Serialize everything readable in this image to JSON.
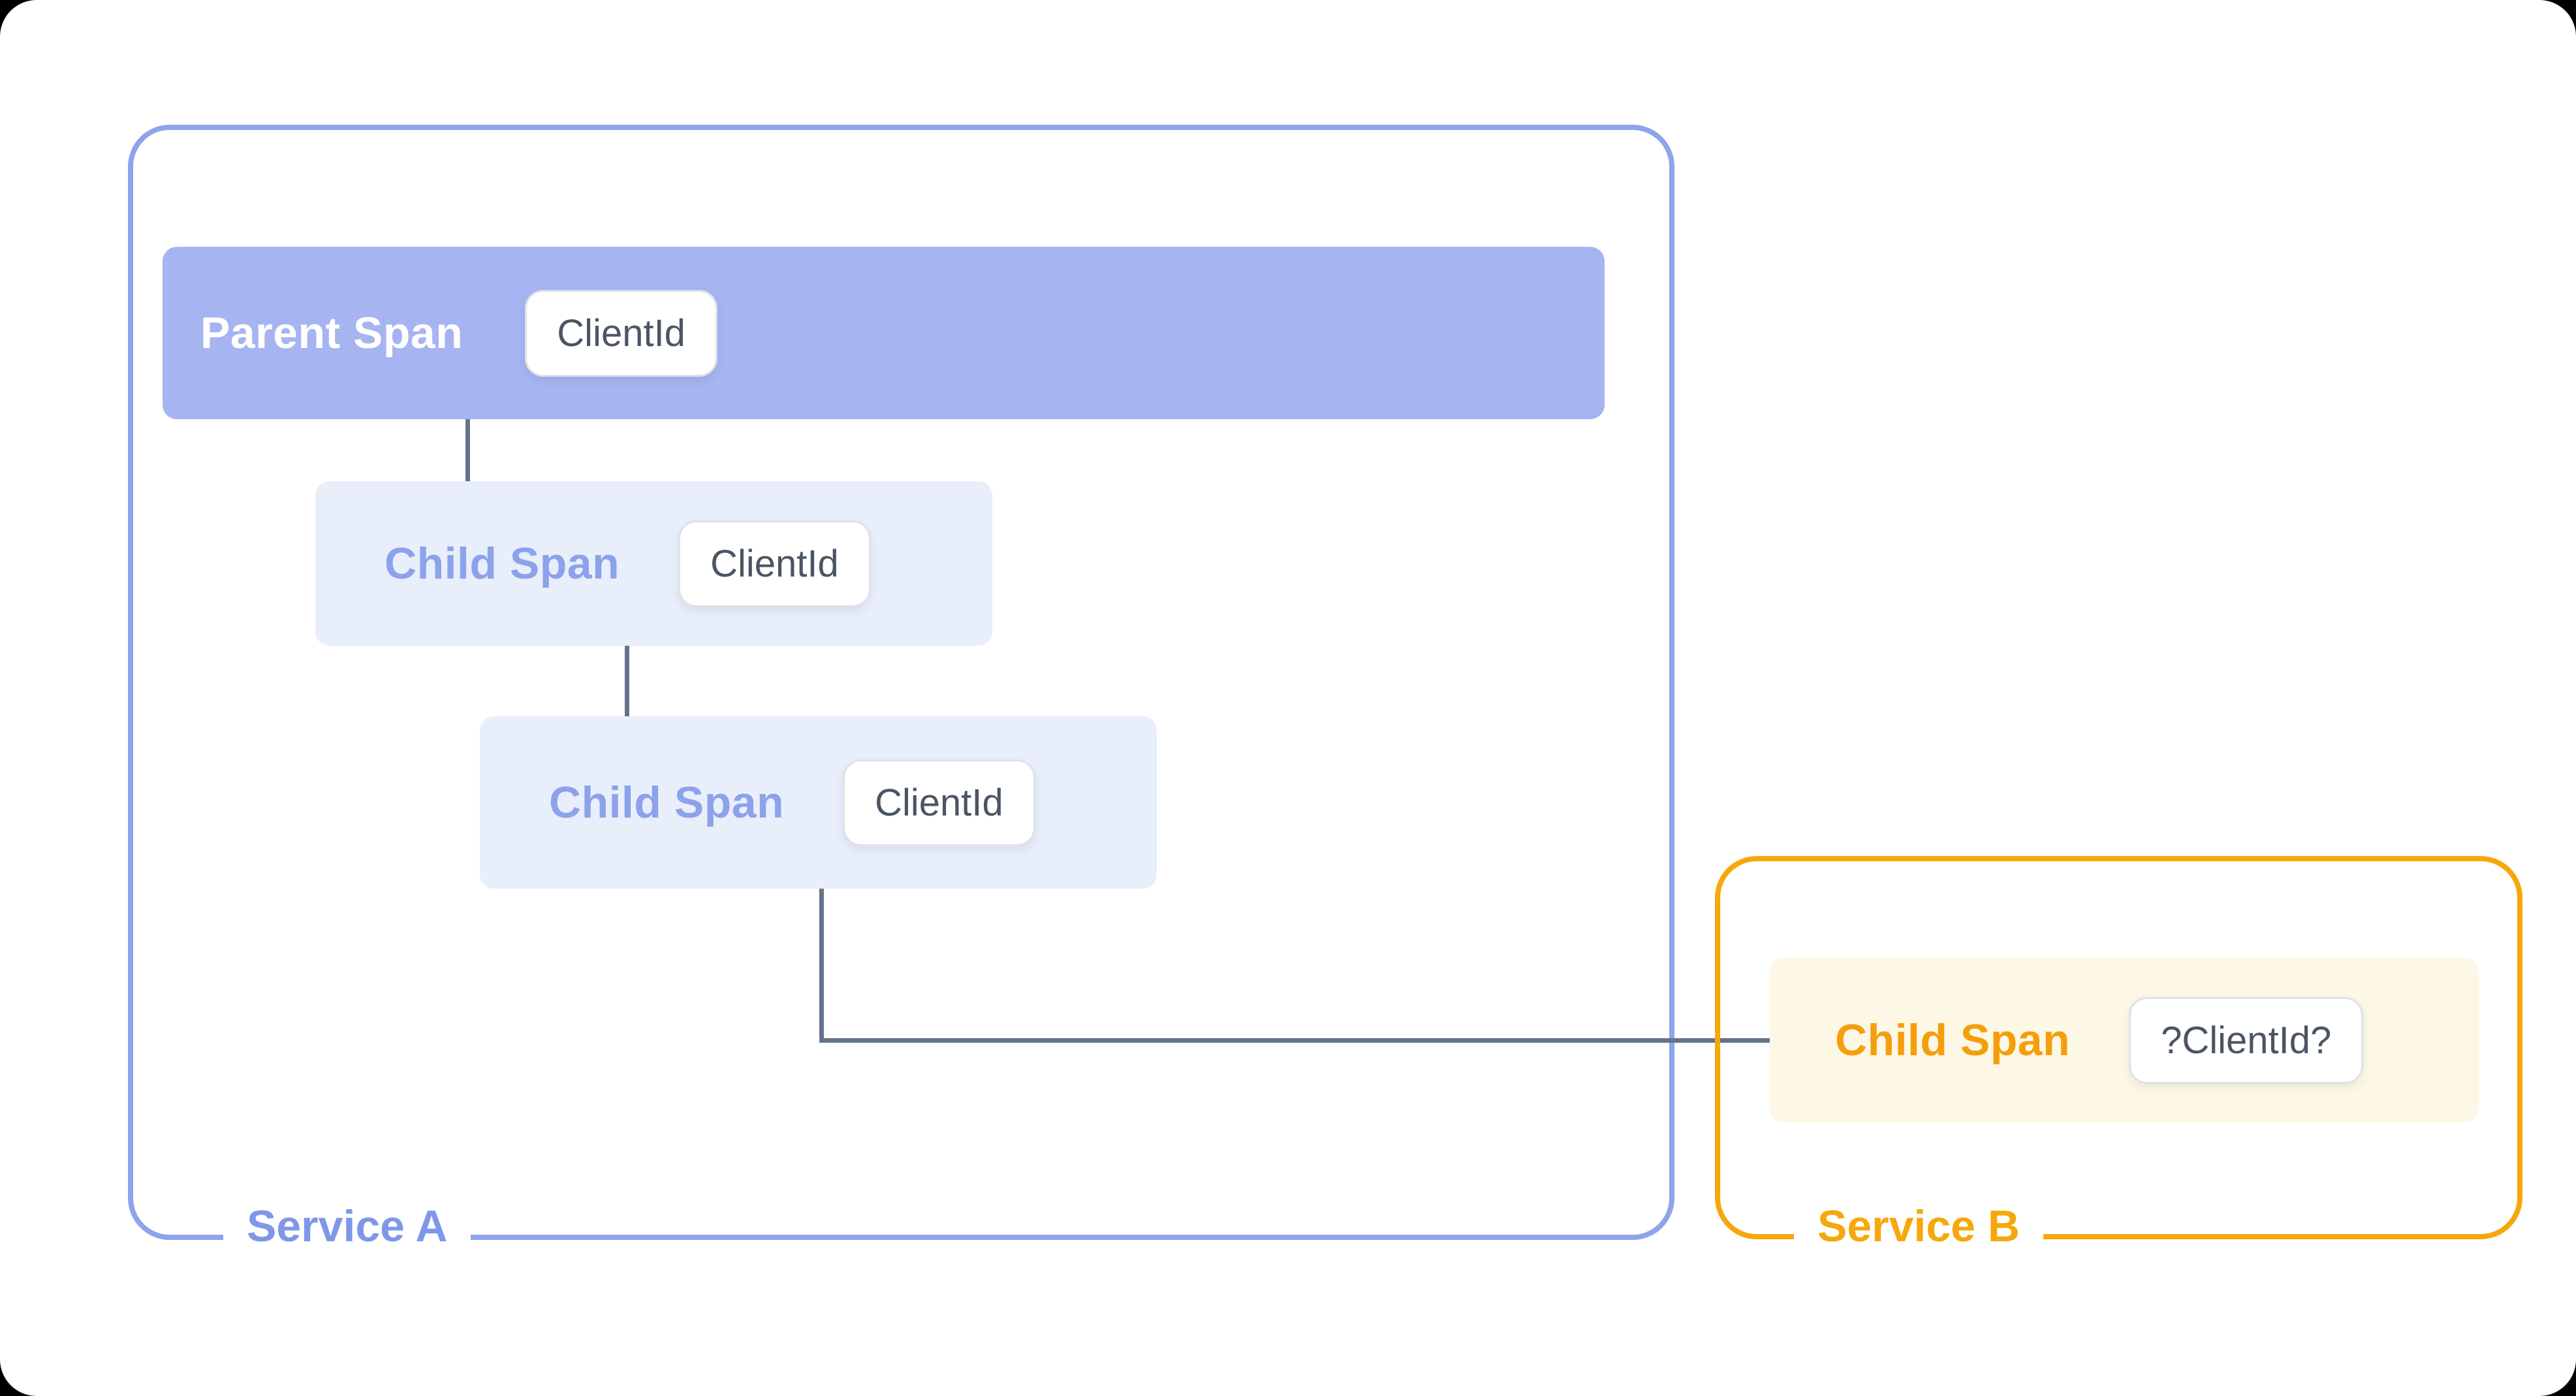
{
  "diagram": {
    "service_a": {
      "label": "Service A",
      "parent_span": {
        "label": "Parent Span",
        "badge": "ClientId"
      },
      "child_span_1": {
        "label": "Child Span",
        "badge": "ClientId"
      },
      "child_span_2": {
        "label": "Child Span",
        "badge": "ClientId"
      }
    },
    "service_b": {
      "label": "Service B",
      "child_span": {
        "label": "Child Span",
        "badge": "?ClientId?"
      }
    },
    "colors": {
      "service_a_border": "#8da4ec",
      "parent_span_bg": "#a6b4f1",
      "child_span_bg": "#e9eefb",
      "child_span_label": "#8ca2ea",
      "service_b_border": "#f6a70a",
      "service_b_span_bg": "#fdf7e6",
      "service_b_span_label": "#f59e0b",
      "badge_text": "#4b5563",
      "connector": "#64748b"
    }
  }
}
